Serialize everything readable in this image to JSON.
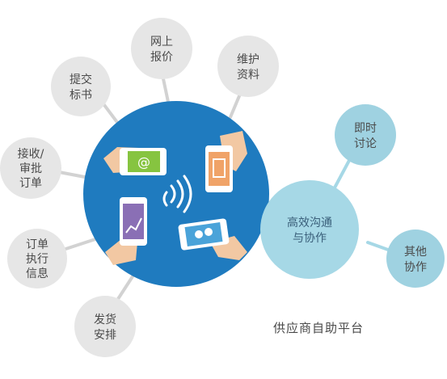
{
  "left_nodes": [
    {
      "line1": "网上",
      "line2": "报价"
    },
    {
      "line1": "维护",
      "line2": "资料"
    },
    {
      "line1": "提交",
      "line2": "标书"
    },
    {
      "line1": "接收/",
      "line2": "审批",
      "line3": "订单"
    },
    {
      "line1": "订单",
      "line2": "执行",
      "line3": "信息"
    },
    {
      "line1": "发货",
      "line2": "安排"
    }
  ],
  "right_nodes": [
    {
      "line1": "即时",
      "line2": "讨论"
    },
    {
      "line1": "其他",
      "line2": "协作"
    }
  ],
  "center_right": {
    "line1": "高效沟通",
    "line2": "与协作"
  },
  "caption": "供应商自助平台",
  "colors": {
    "main_circle": "#1f7bbf",
    "right_circle": "#a6d8e6",
    "right_circle_small": "#9fd2e1",
    "gray_node": "#e6e6e6",
    "connector_gray": "#d2d2d2",
    "connector_blue": "#a6d8e6"
  },
  "icons": [
    "email-at-icon",
    "video-film-icon",
    "chart-icon",
    "chat-icon",
    "wifi-signal-icon"
  ]
}
